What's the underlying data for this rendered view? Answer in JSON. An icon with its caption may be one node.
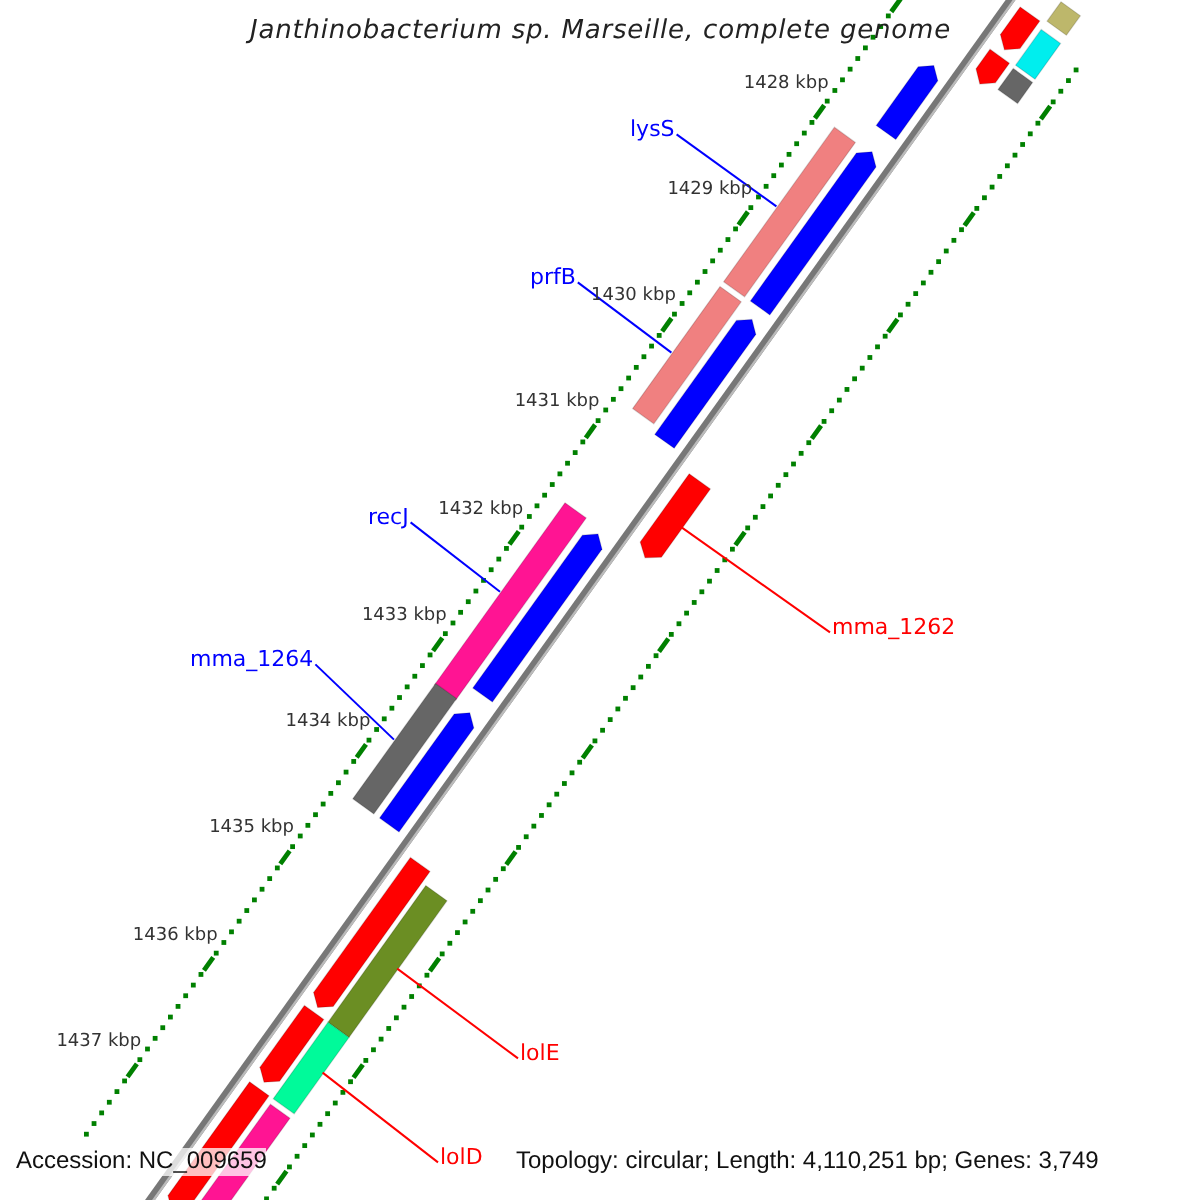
{
  "diagram": {
    "title": "Janthinobacterium sp. Marseille, complete genome",
    "nodes": [
      {
        "text": [
          "lysS"
        ]
      },
      {
        "text": [],
        "shape": "bar"
      },
      {
        "text": [
          "prfB"
        ]
      },
      {
        "text": [],
        "shape": "bar"
      },
      {
        "text": [
          "recJ"
        ]
      },
      {
        "text": [],
        "shape": "bar"
      },
      {
        "text": [
          "mma_1262"
        ]
      },
      {
        "text": [],
        "shape": "bar"
      },
      {
        "text": [
          "mma_1264"
        ]
      },
      {
        "text": [],
        "shape": "bar"
      },
      {
        "text": [
          "lolE"
        ]
      },
      {
        "text": [],
        "shape": "bar"
      },
      {
        "text": [
          "lolD"
        ]
      },
      {
        "text": [],
        "shape": "bar"
      }
    ],
    "edges": [
      {
        "from": 0,
        "to": 1,
        "arrow": "none"
      },
      {
        "from": 2,
        "to": 3,
        "arrow": "none"
      },
      {
        "from": 4,
        "to": 5,
        "arrow": "none"
      },
      {
        "from": 6,
        "to": 7,
        "arrow": "none",
        "color": "#ff0000"
      },
      {
        "from": 8,
        "to": 9,
        "arrow": "none"
      },
      {
        "from": 10,
        "to": 11,
        "arrow": "none",
        "color": "#ff0000"
      },
      {
        "from": 12,
        "to": 13,
        "arrow": "none",
        "color": "#ff0000"
      }
    ],
    "labels": [
      "1428 kbp",
      "1429 kbp",
      "1430 kbp",
      "1431 kbp",
      "1432 kbp",
      "1433 kbp",
      "1434 kbp",
      "1435 kbp",
      "1436 kbp",
      "1437 kbp",
      "Accession: NC_009659",
      "Topology: circular; Length: 4,110,251 bp; Genes: 3,749"
    ]
  }
}
